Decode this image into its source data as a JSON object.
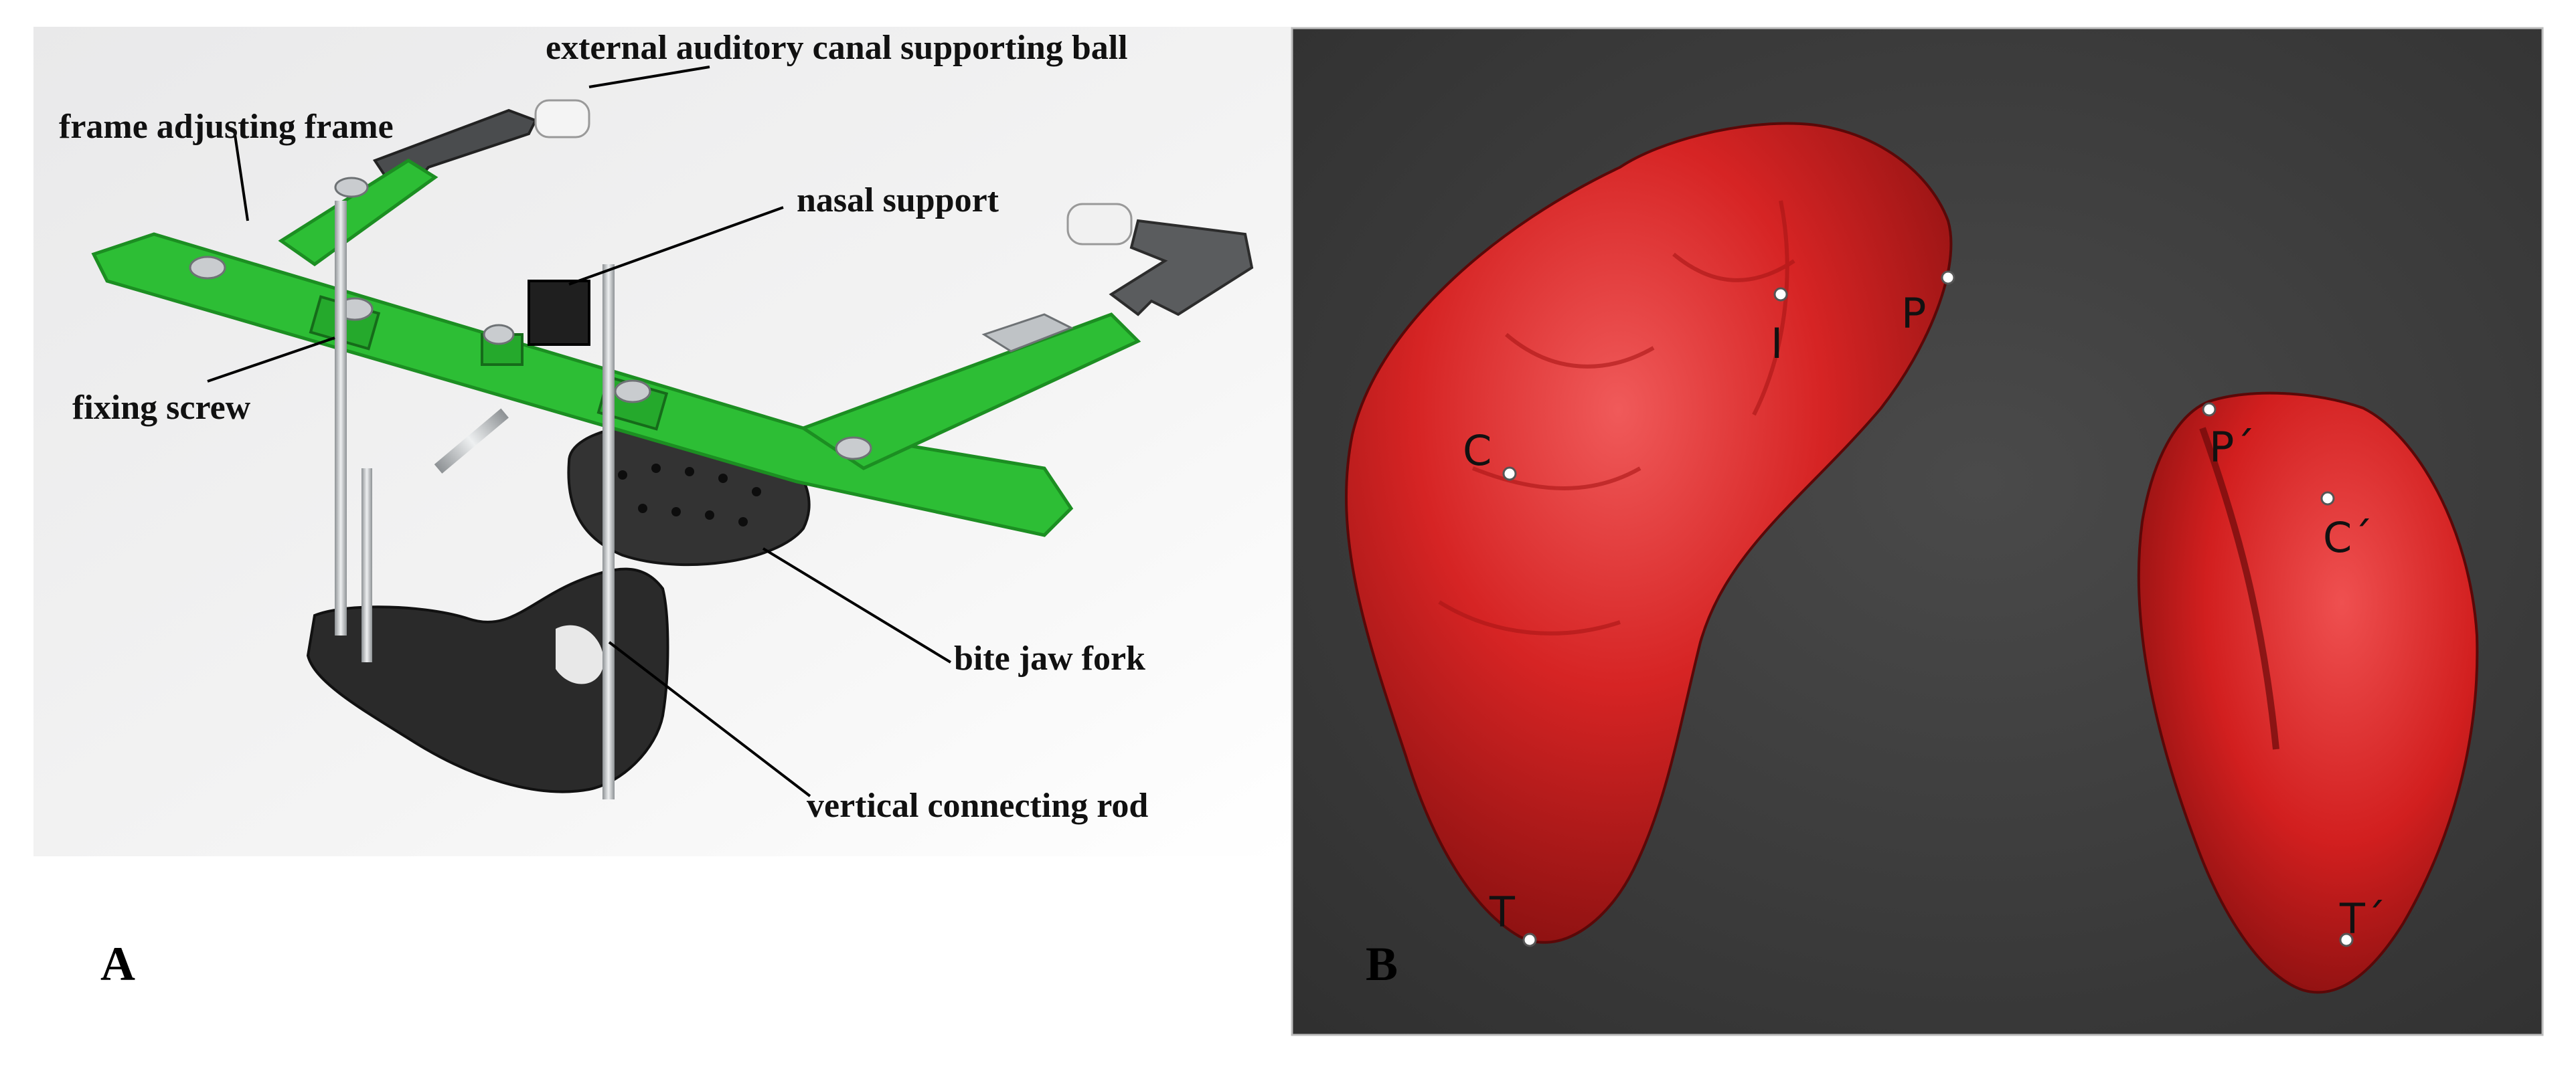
{
  "panels": {
    "a": {
      "label": "A",
      "callouts": [
        {
          "id": "ear-ball",
          "text": "external auditory canal supporting ball"
        },
        {
          "id": "frame-adjust",
          "text": "frame adjusting frame"
        },
        {
          "id": "nasal",
          "text": "nasal support"
        },
        {
          "id": "fixing-screw",
          "text": "fixing screw"
        },
        {
          "id": "bite-fork",
          "text": "bite jaw fork"
        },
        {
          "id": "vertical-rod",
          "text": "vertical connecting rod"
        }
      ]
    },
    "b": {
      "label": "B",
      "landmarks": [
        {
          "id": "I",
          "text": "I"
        },
        {
          "id": "P",
          "text": "P"
        },
        {
          "id": "C",
          "text": "C"
        },
        {
          "id": "T",
          "text": "T"
        },
        {
          "id": "P2",
          "text": "P´"
        },
        {
          "id": "C2",
          "text": "C´"
        },
        {
          "id": "T2",
          "text": "T´"
        }
      ]
    }
  },
  "colors": {
    "frame_green": "#2dbe35",
    "frame_green_dark": "#1c8e22",
    "metal": "#bfc3c6",
    "dark_part": "#2a2a2a",
    "organ_red": "#d11f1f",
    "organ_red_dark": "#8a0f0f",
    "panel_b_bg": "#3a3a3a"
  }
}
